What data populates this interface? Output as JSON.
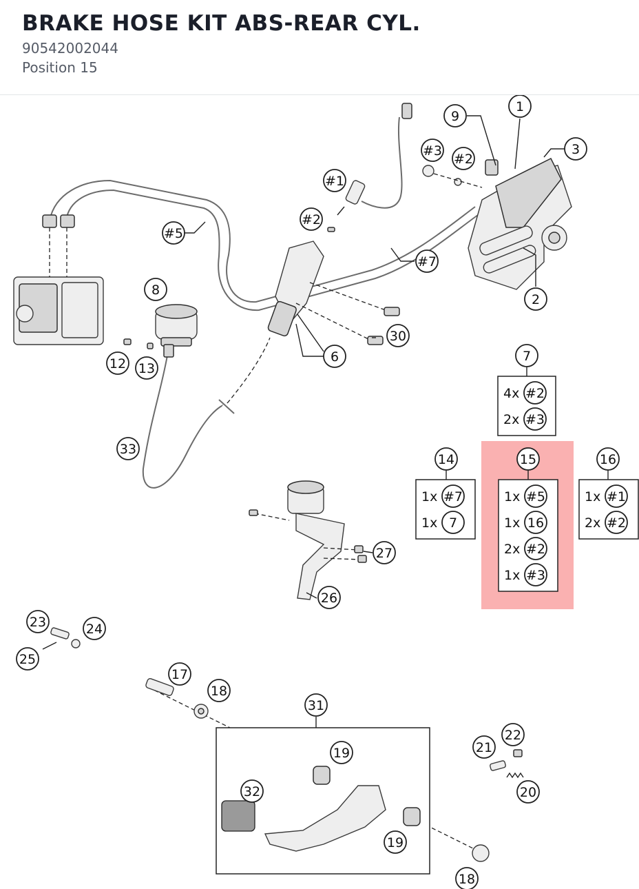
{
  "header": {
    "title": "BRAKE HOSE KIT ABS-REAR CYL.",
    "part_number": "90542002044",
    "position": "Position 15"
  },
  "highlight_color": "#f9a3a3",
  "callouts": [
    {
      "label": "1"
    },
    {
      "label": "9"
    },
    {
      "label": "3"
    },
    {
      "label": "#3"
    },
    {
      "label": "#2"
    },
    {
      "label": "#1"
    },
    {
      "label": "#2"
    },
    {
      "label": "#5"
    },
    {
      "label": "#7"
    },
    {
      "label": "2"
    },
    {
      "label": "8"
    },
    {
      "label": "30"
    },
    {
      "label": "6"
    },
    {
      "label": "12"
    },
    {
      "label": "13"
    },
    {
      "label": "33"
    },
    {
      "label": "27"
    },
    {
      "label": "26"
    },
    {
      "label": "23"
    },
    {
      "label": "24"
    },
    {
      "label": "25"
    },
    {
      "label": "17"
    },
    {
      "label": "18"
    },
    {
      "label": "31"
    },
    {
      "label": "19"
    },
    {
      "label": "32"
    },
    {
      "label": "19"
    },
    {
      "label": "18"
    },
    {
      "label": "21"
    },
    {
      "label": "22"
    },
    {
      "label": "20"
    }
  ],
  "kits": [
    {
      "label": "7",
      "rows": [
        {
          "qty": "4x",
          "part": "#2"
        },
        {
          "qty": "2x",
          "part": "#3"
        }
      ]
    },
    {
      "label": "14",
      "rows": [
        {
          "qty": "1x",
          "part": "#7"
        },
        {
          "qty": "1x",
          "part": "7"
        }
      ]
    },
    {
      "label": "15",
      "highlighted": true,
      "rows": [
        {
          "qty": "1x",
          "part": "#5"
        },
        {
          "qty": "1x",
          "part": "16"
        },
        {
          "qty": "2x",
          "part": "#2"
        },
        {
          "qty": "1x",
          "part": "#3"
        }
      ]
    },
    {
      "label": "16",
      "rows": [
        {
          "qty": "1x",
          "part": "#1"
        },
        {
          "qty": "2x",
          "part": "#2"
        }
      ]
    }
  ]
}
